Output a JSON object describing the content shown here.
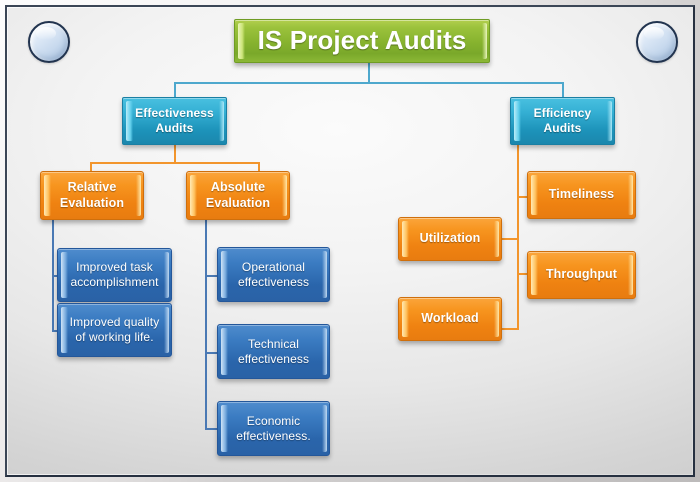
{
  "diagram": {
    "title": "IS Project Audits",
    "decorations": {
      "circle_left": "glossy-circle",
      "circle_right": "glossy-circle"
    },
    "colors": {
      "title_green": "#8CB82E",
      "level1_cyan": "#2BA3C6",
      "level2_orange": "#F5901E",
      "leaf_blue": "#3571B5",
      "connector_cyan": "#4EA8CD",
      "connector_orange": "#F2952C",
      "connector_steel": "#4A79B4",
      "frame_navy": "#2F3A4A"
    },
    "nodes": {
      "root": "IS Project Audits",
      "effectiveness": "Effectiveness\nAudits",
      "efficiency": "Efficiency\nAudits",
      "relative": "Relative\nEvaluation",
      "absolute": "Absolute\nEvaluation",
      "improved_task": "Improved task\naccomplishment",
      "improved_quality": "Improved quality\nof working life.",
      "operational": "Operational\neffectiveness",
      "technical": "Technical\neffectiveness",
      "economic": "Economic\neffectiveness.",
      "utilization": "Utilization",
      "workload": "Workload",
      "timeliness": "Timeliness",
      "throughput": "Throughput"
    }
  }
}
